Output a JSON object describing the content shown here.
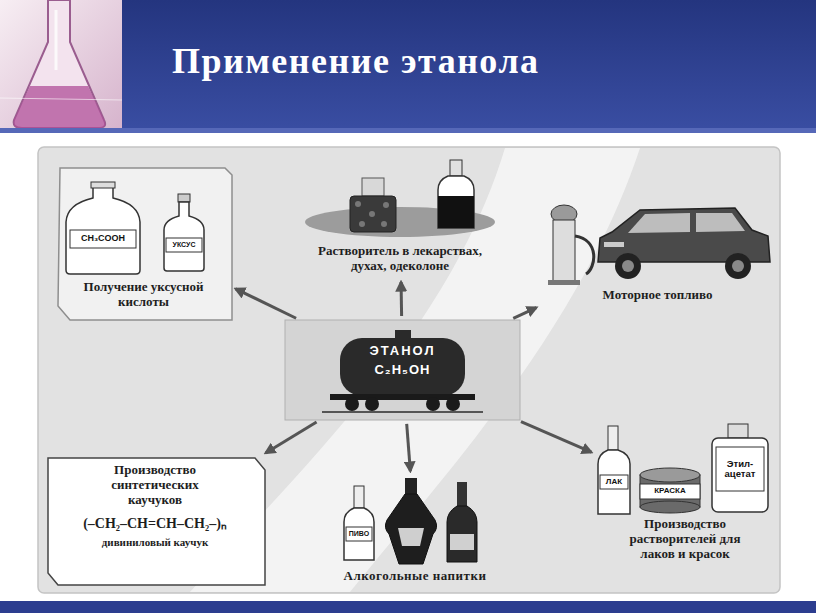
{
  "diagram": {
    "title": "Применение этанола",
    "nodes": [
      {
        "text": [
          "Получение уксусной кислоты"
        ]
      },
      {
        "text": [
          "Растворитель в лекарствах, духах, одеколоне"
        ]
      },
      {
        "text": [
          "Моторное топливо"
        ]
      },
      {
        "text": [
          "ЭТАНОЛ",
          "C₂H₅OH"
        ]
      },
      {
        "text": [
          "Производство синтетических каучуков",
          "(–CH₂–CH=CH–CH₂–)ₙ",
          "дивиниловый каучук"
        ]
      },
      {
        "text": [
          "Алкогольные напитки"
        ]
      },
      {
        "text": [
          "Производство растворителей для лаков и красок"
        ]
      }
    ],
    "edges": [
      {
        "from": 3,
        "to": 0,
        "arrow": "to"
      },
      {
        "from": 3,
        "to": 1,
        "arrow": "to"
      },
      {
        "from": 3,
        "to": 2,
        "arrow": "to"
      },
      {
        "from": 3,
        "to": 4,
        "arrow": "to"
      },
      {
        "from": 3,
        "to": 5,
        "arrow": "to"
      },
      {
        "from": 3,
        "to": 6,
        "arrow": "to"
      }
    ],
    "labels": [
      "CH₃COOH",
      "УКСУС",
      "ПИВО",
      "ЛАК",
      "КРАСКА",
      "Этил-ацетат"
    ]
  }
}
